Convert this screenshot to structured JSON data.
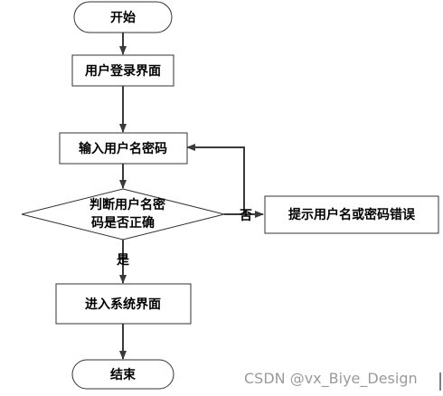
{
  "nodes": {
    "start": "开始",
    "login_page": "用户登录界面",
    "input": "输入用户名密码",
    "decision_line1": "判断用户名密",
    "decision_line2": "码是否正确",
    "error": "提示用户名或密码错误",
    "enter": "进入系统界面",
    "end": "结束"
  },
  "edges": {
    "no": "否",
    "yes": "是"
  },
  "watermark": "CSDN @vx_Biye_Design"
}
